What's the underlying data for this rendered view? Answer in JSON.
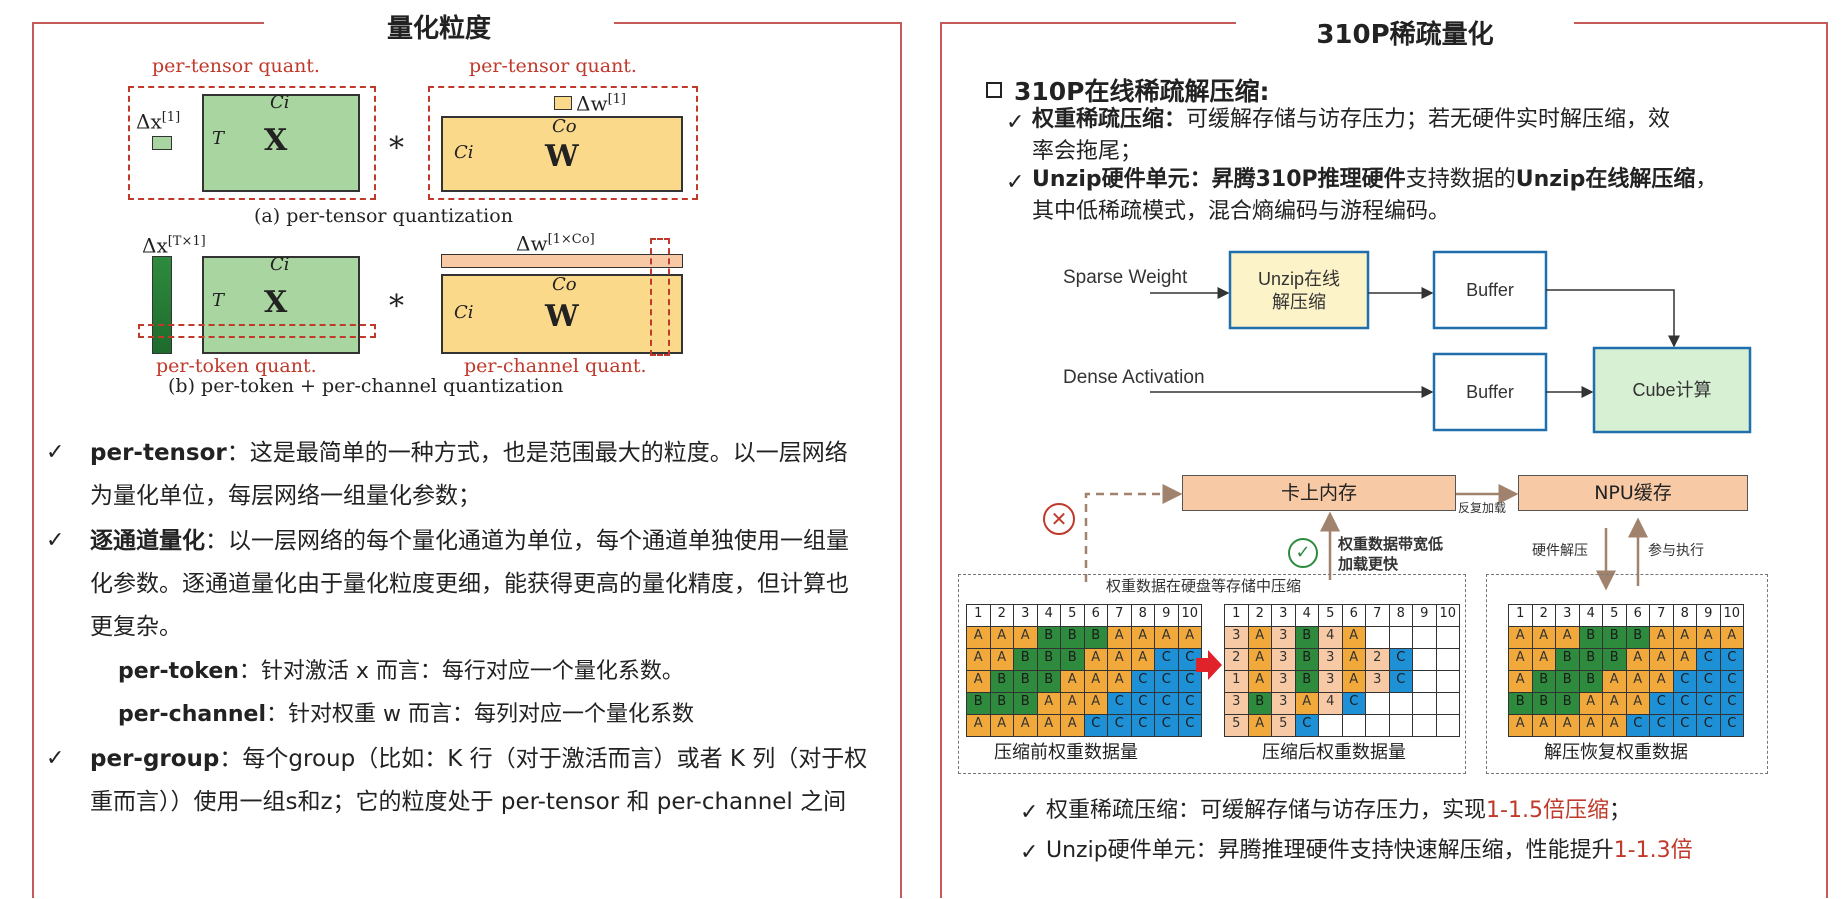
{
  "left": {
    "title": "量化粒度",
    "fig_a": {
      "label_left": "per-tensor quant.",
      "label_right": "per-tensor quant.",
      "dx": "Δx",
      "dx_sup": "[1]",
      "dw": "Δw",
      "dw_sup": "[1]",
      "ci": "Ci",
      "co": "Co",
      "t": "T",
      "x": "X",
      "w": "W",
      "star": "*",
      "caption": "(a) per-tensor quantization"
    },
    "fig_b": {
      "dx": "Δx",
      "dx_sup": "[T×1]",
      "dw": "Δw",
      "dw_sup": "[1×Co]",
      "ci": "Ci",
      "co": "Co",
      "t": "T",
      "x": "X",
      "w": "W",
      "star": "*",
      "label_left": "per-token quant.",
      "label_right": "per-channel quant.",
      "caption": "(b) per-token + per-channel quantization"
    },
    "bullets": [
      {
        "bold": "per-tensor",
        "text": "：这是最简单的一种方式，也是范围最大的粒度。以一层网络",
        "cont": "为量化单位，每层网络一组量化参数；"
      },
      {
        "bold": "逐通道量化",
        "text": "：以一层网络的每个量化通道为单位，每个通道单独使用一组量",
        "cont": "化参数。逐通道量化由于量化粒度更细，能获得更高的量化精度，但计算也",
        "cont2": "更复杂。"
      },
      {
        "bold": "per-group",
        "text": "：每个group（比如：K 行（对于激活而言）或者 K 列（对于权",
        "cont": "重而言））使用一组s和z；它的粒度处于 per-tensor 和 per-channel 之间"
      }
    ],
    "sub": [
      {
        "bold": "per-token",
        "text": "：针对激活 x 而言：每行对应一个量化系数。"
      },
      {
        "bold": "per-channel",
        "text": "：针对权重 w 而言：每列对应一个量化系数"
      }
    ]
  },
  "right": {
    "title": "310P稀疏量化",
    "heading": "310P在线稀疏解压缩:",
    "points": [
      {
        "bold": "权重稀疏压缩：",
        "text": "可缓解存储与访存压力；若无硬件实时解压缩，效",
        "cont": "率会拖尾；"
      },
      {
        "bold": "Unzip硬件单元：",
        "bold2": "昇腾310P推理硬件",
        "text": "支持数据的",
        "bold3": "Unzip在线解压缩",
        "tail": "，",
        "cont": "其中低稀疏模式，混合熵编码与游程编码。"
      }
    ],
    "flow": {
      "sparse_weight": "Sparse Weight",
      "dense_activation": "Dense Activation",
      "unzip_line1": "Unzip在线",
      "unzip_line2": "解压缩",
      "buffer1": "Buffer",
      "buffer2": "Buffer",
      "cube": "Cube计算"
    },
    "mem": {
      "card_mem": "卡上内存",
      "npu_cache": "NPU缓存",
      "repeat_load": "反复加载",
      "hw_decompress": "硬件解压",
      "participate": "参与执行",
      "benefit_line1": "权重数据带宽低",
      "benefit_line2": "加载更快",
      "storage_note": "权重数据在硬盘等存储中压缩",
      "x_icon_glyph": "✕",
      "check_icon_glyph": "✓"
    },
    "grids": {
      "header": [
        "1",
        "2",
        "3",
        "4",
        "5",
        "6",
        "7",
        "8",
        "9",
        "10"
      ],
      "before": [
        [
          "A",
          "A",
          "A",
          "B",
          "B",
          "B",
          "A",
          "A",
          "A",
          "A"
        ],
        [
          "A",
          "A",
          "B",
          "B",
          "B",
          "A",
          "A",
          "A",
          "C",
          "C"
        ],
        [
          "A",
          "B",
          "B",
          "B",
          "A",
          "A",
          "A",
          "C",
          "C",
          "C"
        ],
        [
          "B",
          "B",
          "B",
          "A",
          "A",
          "A",
          "C",
          "C",
          "C",
          "C"
        ],
        [
          "A",
          "A",
          "A",
          "A",
          "A",
          "C",
          "C",
          "C",
          "C",
          "C"
        ]
      ],
      "after": [
        [
          "3",
          "A",
          "3",
          "B",
          "4",
          "A",
          "",
          "",
          "",
          ""
        ],
        [
          "2",
          "A",
          "3",
          "B",
          "3",
          "A",
          "2",
          "C",
          "",
          ""
        ],
        [
          "1",
          "A",
          "3",
          "B",
          "3",
          "A",
          "3",
          "C",
          "",
          ""
        ],
        [
          "3",
          "B",
          "3",
          "A",
          "4",
          "C",
          "",
          "",
          "",
          ""
        ],
        [
          "5",
          "A",
          "5",
          "C",
          "",
          "",
          "",
          "",
          "",
          ""
        ]
      ],
      "restored": [
        [
          "A",
          "A",
          "A",
          "B",
          "B",
          "B",
          "A",
          "A",
          "A",
          "A"
        ],
        [
          "A",
          "A",
          "B",
          "B",
          "B",
          "A",
          "A",
          "A",
          "C",
          "C"
        ],
        [
          "A",
          "B",
          "B",
          "B",
          "A",
          "A",
          "A",
          "C",
          "C",
          "C"
        ],
        [
          "B",
          "B",
          "B",
          "A",
          "A",
          "A",
          "C",
          "C",
          "C",
          "C"
        ],
        [
          "A",
          "A",
          "A",
          "A",
          "A",
          "C",
          "C",
          "C",
          "C",
          "C"
        ]
      ],
      "label_before": "压缩前权重数据量",
      "label_after": "压缩后权重数据量",
      "label_restored": "解压恢复权重数据"
    },
    "summary": [
      {
        "text": "权重稀疏压缩：可缓解存储与访存压力，实现",
        "hl": "1-1.5倍压缩",
        "tail": "；"
      },
      {
        "text": "Unzip硬件单元：昇腾推理硬件支持快速解压缩，性能提升",
        "hl": "1-1.3倍",
        "tail": ""
      }
    ]
  },
  "colors": {
    "panel_border": "#c45a5a",
    "green_matrix": "#a8d5a0",
    "yellow_matrix": "#fbd98a",
    "cell_a": "#f2a93b",
    "cell_b": "#2e8b3e",
    "cell_c": "#1e90d6",
    "box_fill": "#f7c9a5",
    "highlight_red": "#c0392b"
  }
}
